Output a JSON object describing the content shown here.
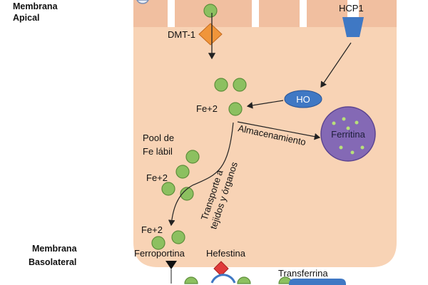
{
  "labels": {
    "apical_line1": "Membrana",
    "apical_line2": "Apical",
    "basolateral_line1": "Membrana",
    "basolateral_line2": "Basolateral",
    "dmt1": "DMT-1",
    "hcp1": "HCP1",
    "ho": "HO",
    "fe2_top": "Fe+2",
    "ferritina": "Ferritina",
    "almacenamiento": "Almacenamiento",
    "pool_line1": "Pool de",
    "pool_line2": "Fe lábil",
    "fe2_pool": "Fe+2",
    "transporte_line1": "Transporte a",
    "transporte_line2": "tejidos y órganos",
    "fe2_bottom": "Fe+2",
    "ferroportina": "Ferroportina",
    "hefestina": "Hefestina",
    "transferrina": "Transferrina"
  },
  "colors": {
    "cell": "#f8d3b5",
    "apical_band": "#f1bfa0",
    "iron": "#8cc060",
    "dmt1": "#f0953a",
    "hcp1": "#3f78c4",
    "ferritin": "#8469b5",
    "hefestin": "#e03a3a"
  }
}
